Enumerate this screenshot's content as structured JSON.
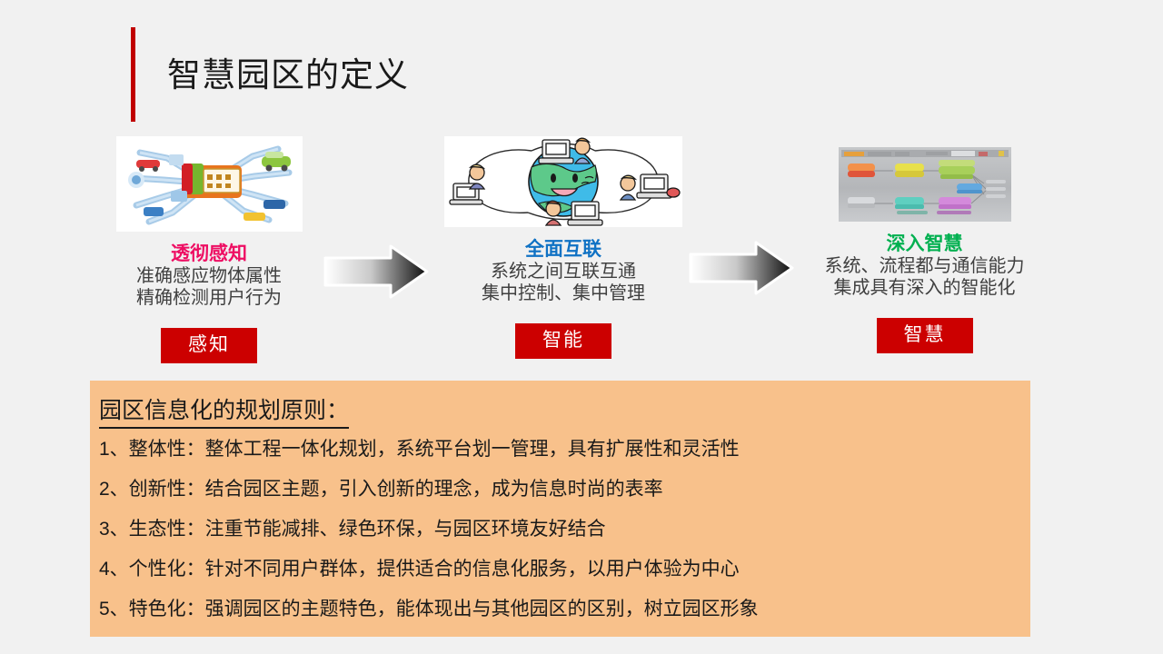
{
  "slide": {
    "title": "智慧园区的定义",
    "accent_bar_color": "#c00000",
    "background_color": "#f1f1f1"
  },
  "stages": [
    {
      "image_name": "perception-network-illustration",
      "heading": "透彻感知",
      "heading_color": "#ee0e63",
      "desc_line1": "准确感应物体属性",
      "desc_line2": "精确检测用户行为",
      "badge": "感知",
      "badge_color": "#cc0000"
    },
    {
      "image_name": "connected-globe-illustration",
      "heading": "全面互联",
      "heading_color": "#1072c4",
      "desc_line1": "系统之间互联互通",
      "desc_line2": "集中控制、集中管理",
      "badge": "智能",
      "badge_color": "#cc0000"
    },
    {
      "image_name": "intelligent-platform-screenshot",
      "heading": "深入智慧",
      "heading_color": "#00b050",
      "desc_line1": "系统、流程都与通信能力",
      "desc_line2": "集成具有深入的智能化",
      "badge": "智慧",
      "badge_color": "#cc0000"
    }
  ],
  "arrows": [
    {
      "name": "stage-arrow-1"
    },
    {
      "name": "stage-arrow-2"
    }
  ],
  "panel": {
    "background_color": "#f8c18b",
    "title": "园区信息化的规划原则：",
    "items": [
      "1、整体性：整体工程一体化规划，系统平台划一管理，具有扩展性和灵活性",
      "2、创新性：结合园区主题，引入创新的理念，成为信息时尚的表率",
      "3、生态性：注重节能减排、绿色环保，与园区环境友好结合",
      "4、个性化：针对不同用户群体，提供适合的信息化服务，以用户体验为中心",
      "5、特色化：强调园区的主题特色，能体现出与其他园区的区别，树立园区形象"
    ]
  }
}
